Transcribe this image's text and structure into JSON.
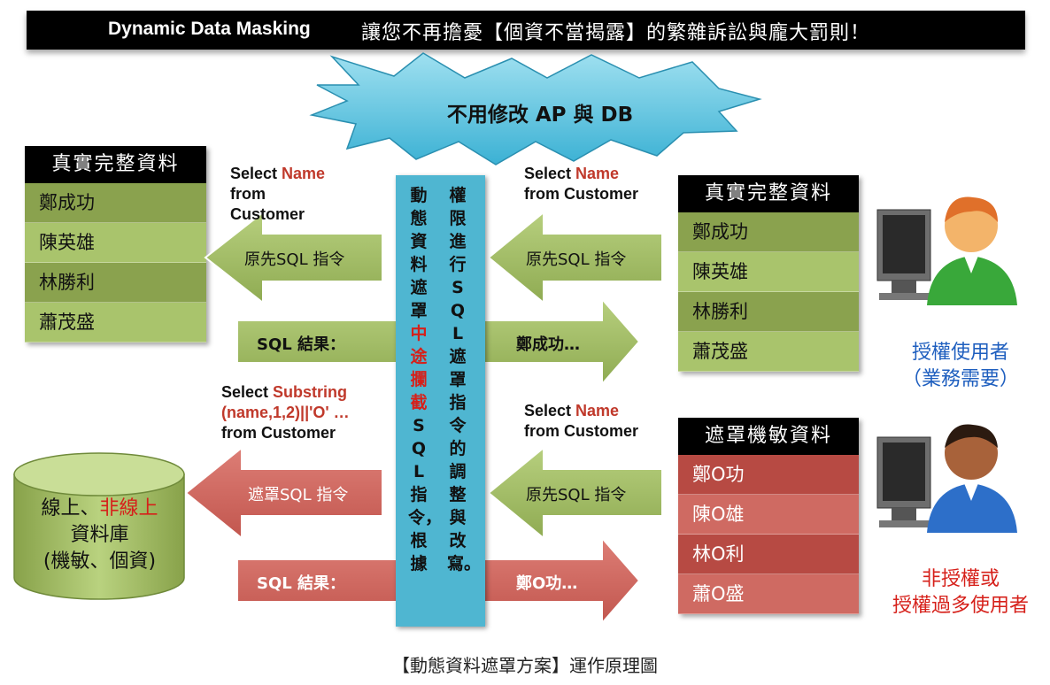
{
  "banner": {
    "english": "Dynamic Data Masking",
    "chinese": "讓您不再擔憂【個資不當揭露】的繁雜訴訟與龐大罰則！"
  },
  "burst": {
    "text": "不用修改 AP 與 DB"
  },
  "left_table": {
    "title": "真實完整資料",
    "rows": [
      "鄭成功",
      "陳英雄",
      "林勝利",
      "蕭茂盛"
    ]
  },
  "right_real_table": {
    "title": "真實完整資料",
    "rows": [
      "鄭成功",
      "陳英雄",
      "林勝利",
      "蕭茂盛"
    ]
  },
  "right_masked_table": {
    "title": "遮罩機敏資料",
    "rows": [
      "鄭O功",
      "陳O雄",
      "林O利",
      "蕭O盛"
    ]
  },
  "sql_labels": {
    "left_top": {
      "l1a": "Select ",
      "l1b": "Name",
      "l2": "from",
      "l3": "Customer"
    },
    "right_top": {
      "l1a": "Select ",
      "l1b": "Name",
      "l2": "from Customer"
    },
    "left_mid": {
      "l1a": "Select ",
      "l1b": "Substring",
      "l2": "(name,1,2)||'O' …",
      "l3": "from Customer"
    },
    "right_mid": {
      "l1a": "Select ",
      "l1b": "Name",
      "l2": "from Customer"
    }
  },
  "arrows": {
    "orig_sql": "原先SQL 指令",
    "sql_result": "SQL 結果：",
    "result_real": "鄭成功…",
    "masked_sql": "遮罩SQL 指令",
    "result_masked": "鄭O功…"
  },
  "center_column": {
    "col_right": "權限進行SQL遮罩指令的調整與改寫。",
    "col_left_a": "動態資料遮罩",
    "col_left_b": "中途攔截",
    "col_left_c": "SQL指令，根據"
  },
  "database": {
    "line1a": "線上、",
    "line1b": "非線上",
    "line2": "資料庫",
    "line3": "(機敏、個資)"
  },
  "users": {
    "authorized_1": "授權使用者",
    "authorized_2": "（業務需要）",
    "unauthorized_1": "非授權或",
    "unauthorized_2": "授權過多使用者"
  },
  "caption": "【動態資料遮罩方案】運作原理圖",
  "colors": {
    "green_dark": "#8aa24e",
    "green_light": "#a9c46c",
    "red_dark": "#b74a43",
    "red_light": "#cf6a62",
    "cyan": "#4fb6d1",
    "blue_text": "#1f5fbf",
    "red_text": "#d6201a"
  },
  "icons": [
    "starburst-shape",
    "computer-user-icon",
    "database-cylinder-icon"
  ]
}
